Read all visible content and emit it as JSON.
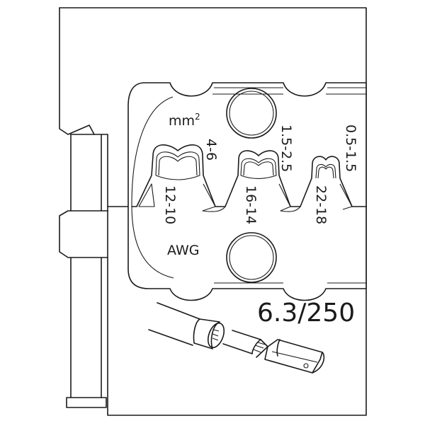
{
  "diagram": {
    "type": "crimping-die-insert",
    "units": {
      "metric_label": "mm",
      "metric_superscript": "2",
      "awg_label": "AWG"
    },
    "crimp_profiles": [
      {
        "mm2": "4-6",
        "awg": "12-10"
      },
      {
        "mm2": "1.5-2.5",
        "awg": "16-14"
      },
      {
        "mm2": "0.5-1.5",
        "awg": "22-18"
      }
    ],
    "terminal_size": "6.3/250",
    "illustration": "insulated-female-flat-connector-on-wire",
    "colors": {
      "line": "#1a1a1a",
      "background": "#ffffff"
    }
  }
}
